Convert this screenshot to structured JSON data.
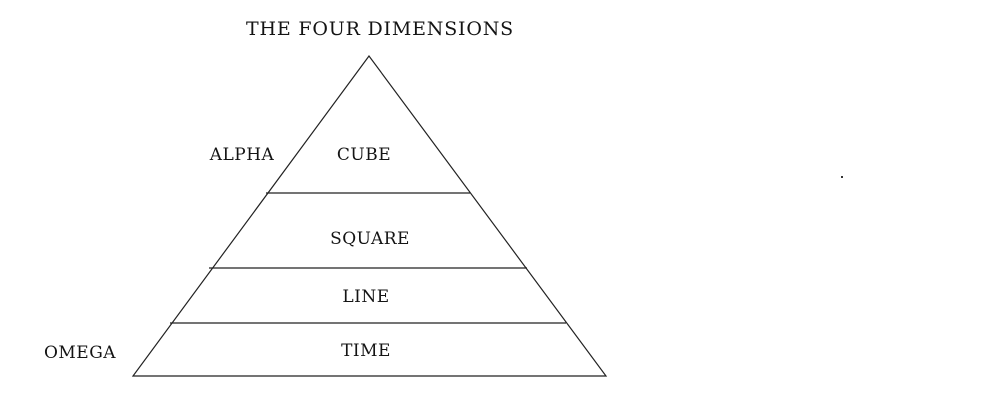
{
  "diagram": {
    "title": "THE FOUR DIMENSIONS",
    "shape": "triangle-pyramid",
    "layers_top_to_bottom": [
      {
        "label": "CUBE"
      },
      {
        "label": "SQUARE"
      },
      {
        "label": "LINE"
      },
      {
        "label": "TIME"
      }
    ],
    "side_labels": {
      "top": "ALPHA",
      "bottom": "OMEGA"
    },
    "colors": {
      "line": "#222222",
      "text": "#141414",
      "background": "#ffffff"
    }
  }
}
